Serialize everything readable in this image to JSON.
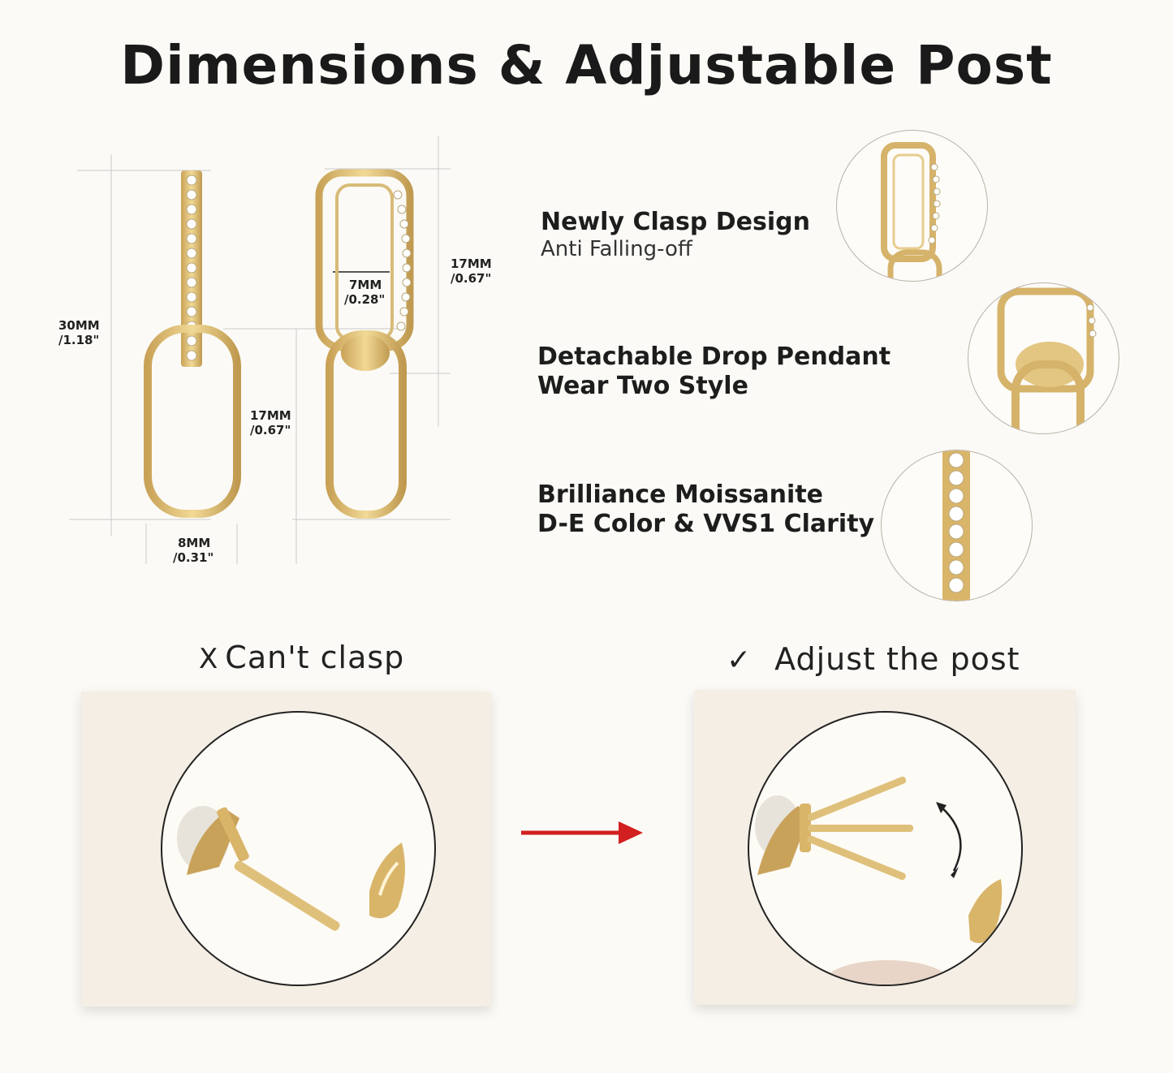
{
  "title": "Dimensions & Adjustable Post",
  "dimensions": {
    "total_length_mm": "30MM",
    "total_length_in": "/1.18\"",
    "pendant_length_mm": "17MM",
    "pendant_length_in": "/0.67\"",
    "width_mm": "8MM",
    "width_in": "/0.31\"",
    "inner_width_mm": "7MM",
    "inner_width_in": "/0.28\"",
    "hoop_length_mm": "17MM",
    "hoop_length_in": "/0.67\""
  },
  "features": [
    {
      "title": "Newly Clasp Design",
      "subtitle": "Anti Falling-off"
    },
    {
      "title": "Detachable Drop Pendant",
      "title2": "Wear Two Style"
    },
    {
      "title": "Brilliance Moissanite",
      "title2": "D-E Color & VVS1 Clarity"
    }
  ],
  "comparison": {
    "bad_mark": "X",
    "bad_label": "Can't clasp",
    "good_mark": "✓",
    "good_label": "Adjust the post"
  },
  "colors": {
    "gold": "#d9b56a",
    "gold_dark": "#b8924a",
    "arrow_red": "#d21f1f",
    "panel_bg": "#f4eee4"
  },
  "icons": [
    "check-icon",
    "cross-icon",
    "arrow-right-icon",
    "rotate-arrow-icon"
  ]
}
